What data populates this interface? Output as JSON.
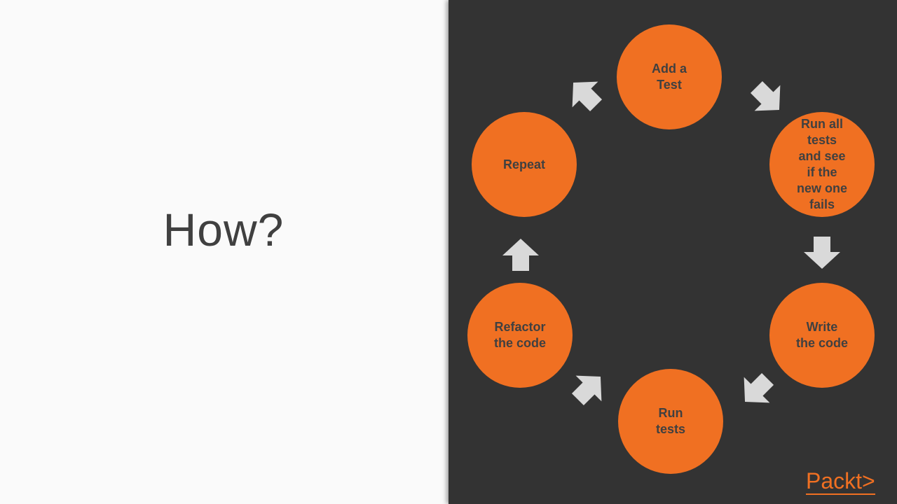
{
  "title": "How?",
  "nodes": [
    {
      "id": "add-test",
      "label": "Add a\nTest"
    },
    {
      "id": "run-all-tests",
      "label": "Run all\ntests\nand see\nif the\nnew one\nfails"
    },
    {
      "id": "write-code",
      "label": "Write\nthe code"
    },
    {
      "id": "run-tests",
      "label": "Run\ntests"
    },
    {
      "id": "refactor",
      "label": "Refactor\nthe code"
    },
    {
      "id": "repeat",
      "label": "Repeat"
    }
  ],
  "logo": "Packt>",
  "colors": {
    "accent": "#f07022",
    "dark_panel": "#333333",
    "light_panel": "#fafafa",
    "arrow": "#d9d9d9",
    "text": "#404040"
  }
}
